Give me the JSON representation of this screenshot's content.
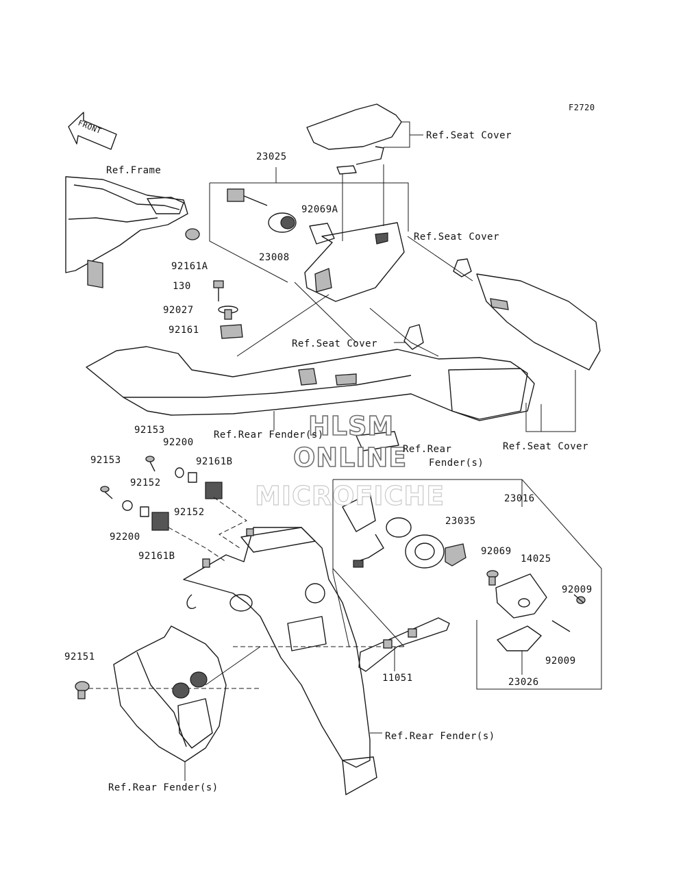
{
  "figure_code": "F2720",
  "front_arrow": "FRONT",
  "watermark": {
    "line1": "HLSM",
    "line2": "ONLINE",
    "line3": "MICROFICHE"
  },
  "labels": {
    "ref_frame": "Ref.Frame",
    "ref_seat_cover_1": "Ref.Seat Cover",
    "ref_seat_cover_2": "Ref.Seat Cover",
    "ref_seat_cover_3": "Ref.Seat Cover",
    "ref_seat_cover_4": "Ref.Seat Cover",
    "ref_rear_fender_1": "Ref.Rear Fender(s)",
    "ref_rear_fender_2a": "Ref.Rear",
    "ref_rear_fender_2b": "Fender(s)",
    "ref_rear_fender_3": "Ref.Rear Fender(s)",
    "ref_rear_fender_4": "Ref.Rear Fender(s)",
    "p23025": "23025",
    "p92069A": "92069A",
    "p23008": "23008",
    "p92161A": "92161A",
    "p130": "130",
    "p92027": "92027",
    "p92161": "92161",
    "p92153a": "92153",
    "p92153b": "92153",
    "p92200a": "92200",
    "p92200b": "92200",
    "p92161Ba": "92161B",
    "p92161Bb": "92161B",
    "p92152a": "92152",
    "p92152b": "92152",
    "p23016": "23016",
    "p23035": "23035",
    "p92069": "92069",
    "p14025": "14025",
    "p92009a": "92009",
    "p92009b": "92009",
    "p23026": "23026",
    "p11051": "11051",
    "p92151": "92151"
  }
}
